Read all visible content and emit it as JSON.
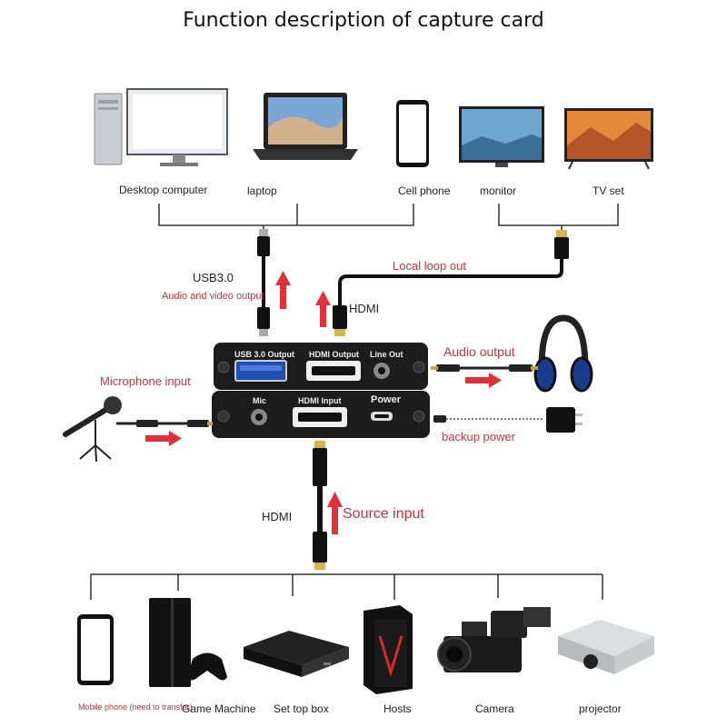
{
  "title": "Function description of capture card",
  "top_devices": {
    "desktop": "Desktop computer",
    "laptop": "laptop",
    "phone": "Cell phone",
    "monitor": "monitor",
    "tv": "TV set"
  },
  "labels": {
    "usb": "USB3.0",
    "usb_sub": "Audio and video output",
    "hdmi_top": "HDMI",
    "loop_out": "Local loop out",
    "audio_out": "Audio output",
    "mic_in": "Microphone input",
    "backup_power": "backup power",
    "hdmi_bottom": "HDMI",
    "source_input": "Source input"
  },
  "card": {
    "usb_port": "USB 3.0 Output",
    "hdmi_out": "HDMI Output",
    "line_out": "Line Out",
    "mic": "Mic",
    "hdmi_in": "HDMI Input",
    "power": "Power"
  },
  "bottom_devices": {
    "mobile": "Mobile phone (need to transfer)",
    "game": "Game Machine",
    "settop": "Set top box",
    "hosts": "Hosts",
    "camera": "Camera",
    "projector": "projector"
  },
  "colors": {
    "arrow": "#e0313b",
    "label_red": "#c8323c",
    "card": "#1c1c1c"
  }
}
